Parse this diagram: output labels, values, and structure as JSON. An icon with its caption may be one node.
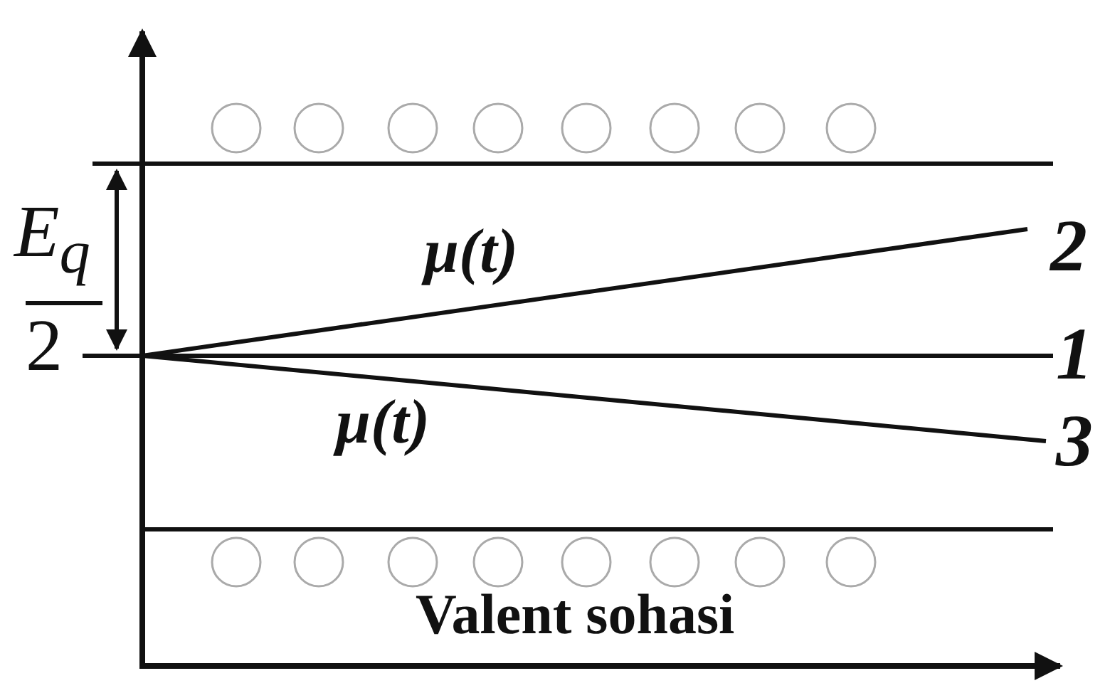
{
  "diagram": {
    "labels": [
      "E$_{q}$",
      "2",
      "μ(t)",
      "2",
      "1",
      "μ(t)",
      "3",
      "Valent sohasi"
    ]
  }
}
